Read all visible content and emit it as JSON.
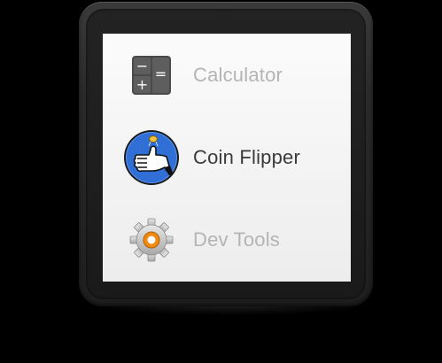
{
  "apps": [
    {
      "id": "calculator",
      "label": "Calculator",
      "icon": "calculator-icon",
      "focused": false
    },
    {
      "id": "coin-flipper",
      "label": "Coin Flipper",
      "icon": "coin-flipper-icon",
      "focused": true
    },
    {
      "id": "dev-tools",
      "label": "Dev Tools",
      "icon": "gear-icon",
      "focused": false
    }
  ],
  "calculator_keys": [
    "−",
    "=",
    "+"
  ],
  "colors": {
    "focused_text": "#3a3a3a",
    "dimmed_text": "#b4b4b4",
    "coin_blue": "#2f6fd6",
    "devtools_orange": "#f08a10"
  }
}
